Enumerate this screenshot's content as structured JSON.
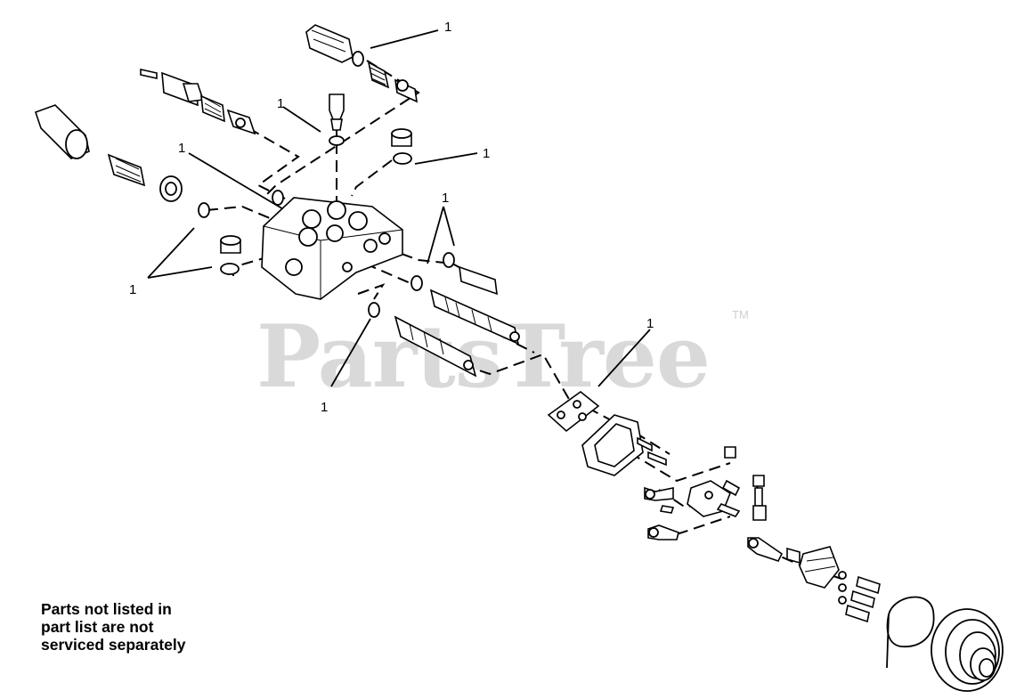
{
  "watermark": {
    "text": "PartsTree",
    "trademark": "TM"
  },
  "callouts": {
    "label": "1"
  },
  "note": {
    "lines": [
      "Parts not listed in",
      "part list are not",
      "serviced separately"
    ]
  }
}
